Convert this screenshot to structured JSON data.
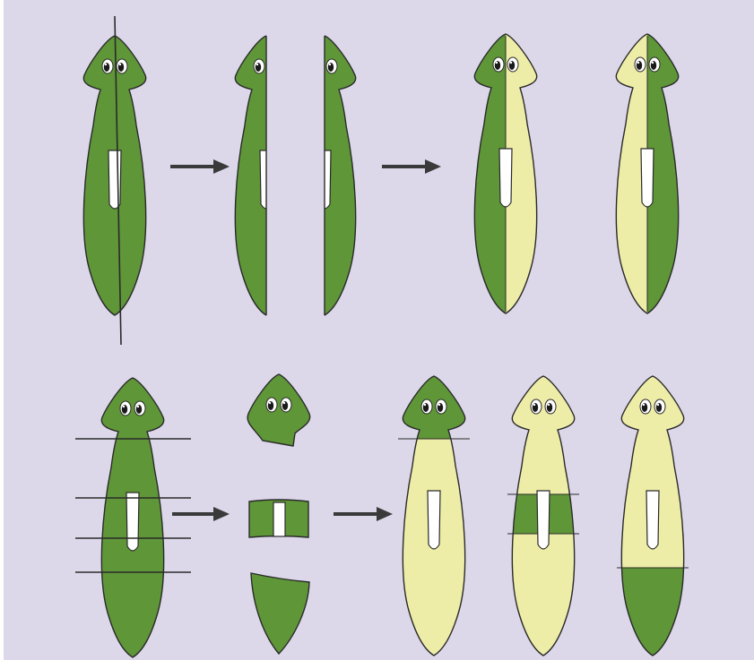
{
  "colors": {
    "background": "#dcd8ea",
    "old_tissue": "#5f9638",
    "new_tissue": "#eeeda8",
    "outline": "#2a2a2a",
    "pharynx": "#ffffff",
    "cut_line": "#2a2a2a",
    "arrow": "#3a3a3a",
    "eye_white": "#ffffff",
    "pupil": "#1a1a1a"
  },
  "rows": [
    {
      "name": "longitudinal-cut",
      "cuts": 1,
      "result_worms": 2
    },
    {
      "name": "transverse-cuts",
      "cuts": 4,
      "result_worms": 3
    }
  ]
}
